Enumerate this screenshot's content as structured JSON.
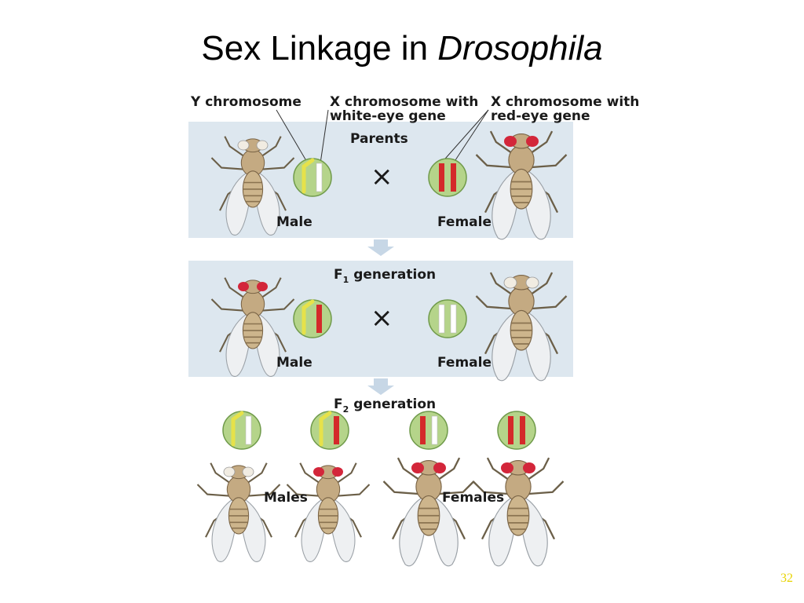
{
  "slide": {
    "title_plain": "Sex Linkage in ",
    "title_italic": "Drosophila",
    "page_number": "32"
  },
  "legend": {
    "y_chromosome": "Y chromosome",
    "x_white_line1": "X chromosome with",
    "x_white_line2": "white-eye gene",
    "x_red_line1": "X chromosome with",
    "x_red_line2": "red-eye gene"
  },
  "parents": {
    "title": "Parents",
    "male_label": "Male",
    "female_label": "Female",
    "male_eye": "white",
    "female_eye": "red",
    "male_chromosomes": [
      "Y",
      "X-white"
    ],
    "female_chromosomes": [
      "X-red",
      "X-red"
    ]
  },
  "f1": {
    "title_prefix": "F",
    "title_sub": "1",
    "title_suffix": " generation",
    "male_label": "Male",
    "female_label": "Female",
    "male_eye": "red",
    "female_eye": "white",
    "male_chromosomes": [
      "Y",
      "X-red"
    ],
    "female_chromosomes": [
      "X-white",
      "X-white"
    ]
  },
  "f2": {
    "title_prefix": "F",
    "title_sub": "2",
    "title_suffix": " generation",
    "males_label": "Males",
    "females_label": "Females",
    "offspring": [
      {
        "sex": "male",
        "eye": "white",
        "chromosomes": [
          "Y",
          "X-white"
        ]
      },
      {
        "sex": "male",
        "eye": "red",
        "chromosomes": [
          "Y",
          "X-red"
        ]
      },
      {
        "sex": "female",
        "eye": "red",
        "chromosomes": [
          "X-red",
          "X-white"
        ]
      },
      {
        "sex": "female",
        "eye": "red",
        "chromosomes": [
          "X-red",
          "X-red"
        ]
      }
    ]
  },
  "symbols": {
    "cross": "×"
  },
  "colors": {
    "panel": "#dde7ef",
    "circle": "#b5d48a",
    "circle_edge": "#6f9a4a",
    "red_allele": "#d42a2a",
    "white_allele": "#ffffff",
    "y_chrom": "#e6e24a",
    "red_eye": "#d3263a",
    "white_eye": "#f1ece2",
    "arrow": "#c7d7e6"
  }
}
